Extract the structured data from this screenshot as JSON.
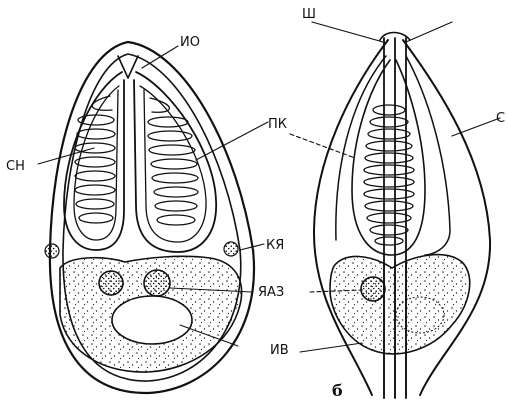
{
  "figure": {
    "panel_b_letter": "б",
    "labels": {
      "io": "ИО",
      "sh": "Ш",
      "sn": "СН",
      "pk": "ПК",
      "s": "С",
      "kya": "КЯ",
      "yaz": "ЯАЗ",
      "iv": "ИВ"
    }
  }
}
